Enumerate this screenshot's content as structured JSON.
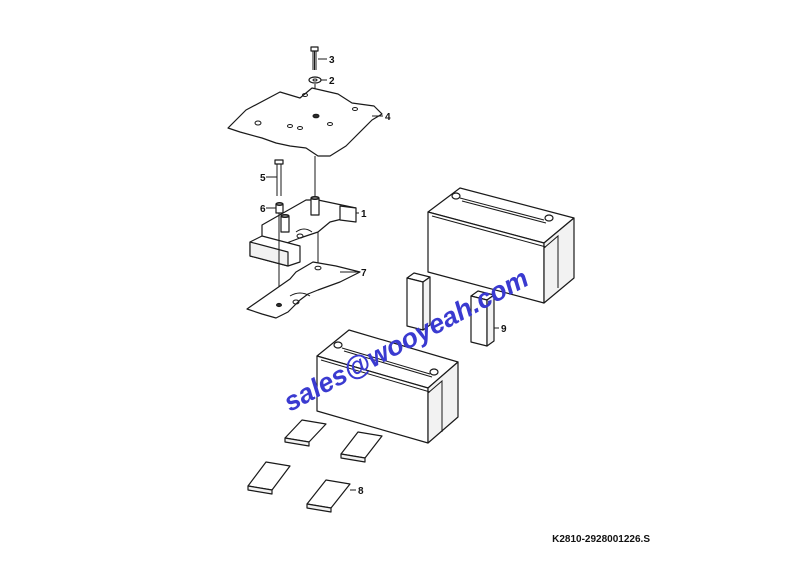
{
  "callouts": {
    "c1": "1",
    "c2": "2",
    "c3": "3",
    "c4": "4",
    "c5": "5",
    "c6": "6",
    "c7": "7",
    "c8": "8",
    "c9": "9"
  },
  "watermark": "sales@wooyeah.com",
  "drawing_number": "K2810-2928001226.S",
  "colors": {
    "watermark": "#3a3ad0",
    "line": "#1a1a1a"
  }
}
